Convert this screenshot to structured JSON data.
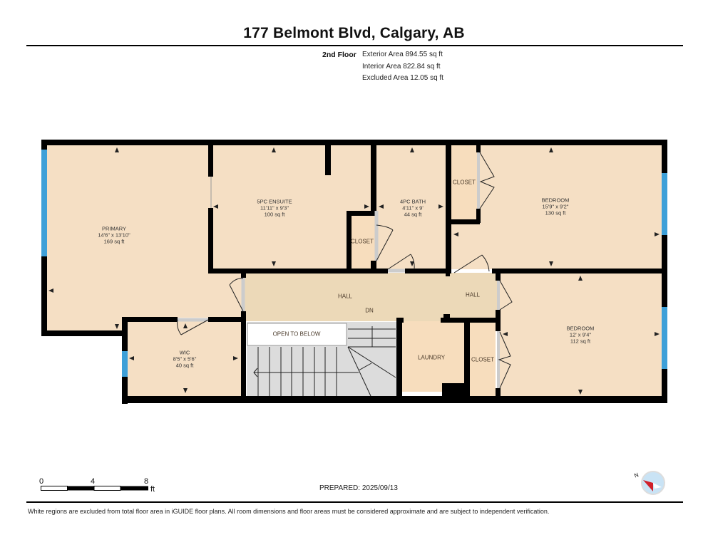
{
  "header": {
    "title": "177 Belmont Blvd, Calgary, AB",
    "floor_label": "2nd Floor",
    "areas": [
      "Exterior Area 894.55 sq ft",
      "Interior Area 822.84 sq ft",
      "Excluded Area 12.05 sq ft"
    ]
  },
  "colors": {
    "room_fill": "#f5dfc4",
    "hall_fill": "#ecd9b8",
    "closet_fill": "#f7ddbd",
    "wall": "#000000",
    "window": "#3ea0d8",
    "stairs": "#dcdcdc",
    "open_below": "#ffffff",
    "compass_needle": "#d0202a",
    "compass_bg": "#c9e3f5"
  },
  "rooms": [
    {
      "name": "PRIMARY",
      "dims": "14'6\" x 13'10\"",
      "area": "169 sq ft"
    },
    {
      "name": "5PC ENSUITE",
      "dims": "11'11\" x 9'3\"",
      "area": "100 sq ft"
    },
    {
      "name": "4PC BATH",
      "dims": "4'11\" x 9'",
      "area": "44 sq ft"
    },
    {
      "name": "BEDROOM",
      "dims": "15'9\" x 9'2\"",
      "area": "130 sq ft"
    },
    {
      "name": "BEDROOM",
      "dims": "12' x 9'4\"",
      "area": "112 sq ft"
    },
    {
      "name": "WIC",
      "dims": "8'5\" x 5'6\"",
      "area": "40 sq ft"
    }
  ],
  "labels": {
    "closet_ensuite": "CLOSET",
    "closet_bedroom1": "CLOSET",
    "closet_bedroom2": "CLOSET",
    "hall_main": "HALL",
    "hall_dn": "DN",
    "hall_small": "HALL",
    "open_to_below": "OPEN TO BELOW",
    "laundry": "LAUNDRY"
  },
  "scale_bar": {
    "ticks": [
      "0",
      "4",
      "8"
    ],
    "unit": "ft"
  },
  "compass": {
    "label": "N"
  },
  "footer": {
    "prepared": "PREPARED: 2025/09/13",
    "disclaimer": "White regions are excluded from total floor area in iGUIDE floor plans. All room dimensions and floor areas must be considered approximate and are subject to independent verification."
  }
}
